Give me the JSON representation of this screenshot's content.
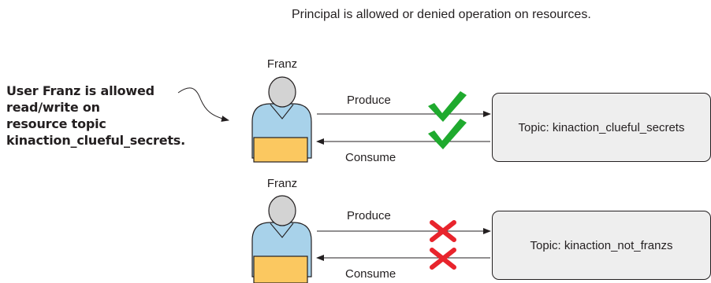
{
  "caption": "Principal is allowed or denied operation on resources.",
  "callout": {
    "lines": [
      "User Franz is allowed",
      "read/write on",
      "resource topic",
      "kinaction_clueful_secrets."
    ]
  },
  "scenarios": [
    {
      "principal": "Franz",
      "produce_label": "Produce",
      "consume_label": "Consume",
      "topic": "Topic: kinaction_clueful_secrets",
      "produce_status": "allowed",
      "consume_status": "allowed"
    },
    {
      "principal": "Franz",
      "produce_label": "Produce",
      "consume_label": "Consume",
      "topic": "Topic: kinaction_not_franzs",
      "produce_status": "denied",
      "consume_status": "denied"
    }
  ],
  "colors": {
    "allowed": "#1faa2e",
    "denied": "#e8242c",
    "user_head": "#d3d3d3",
    "user_body": "#a8d2ea",
    "laptop": "#fbc860",
    "topic_fill": "#eeeeee"
  },
  "icons": {
    "allowed": "check-icon",
    "denied": "cross-icon",
    "principal": "user-at-laptop-icon"
  }
}
